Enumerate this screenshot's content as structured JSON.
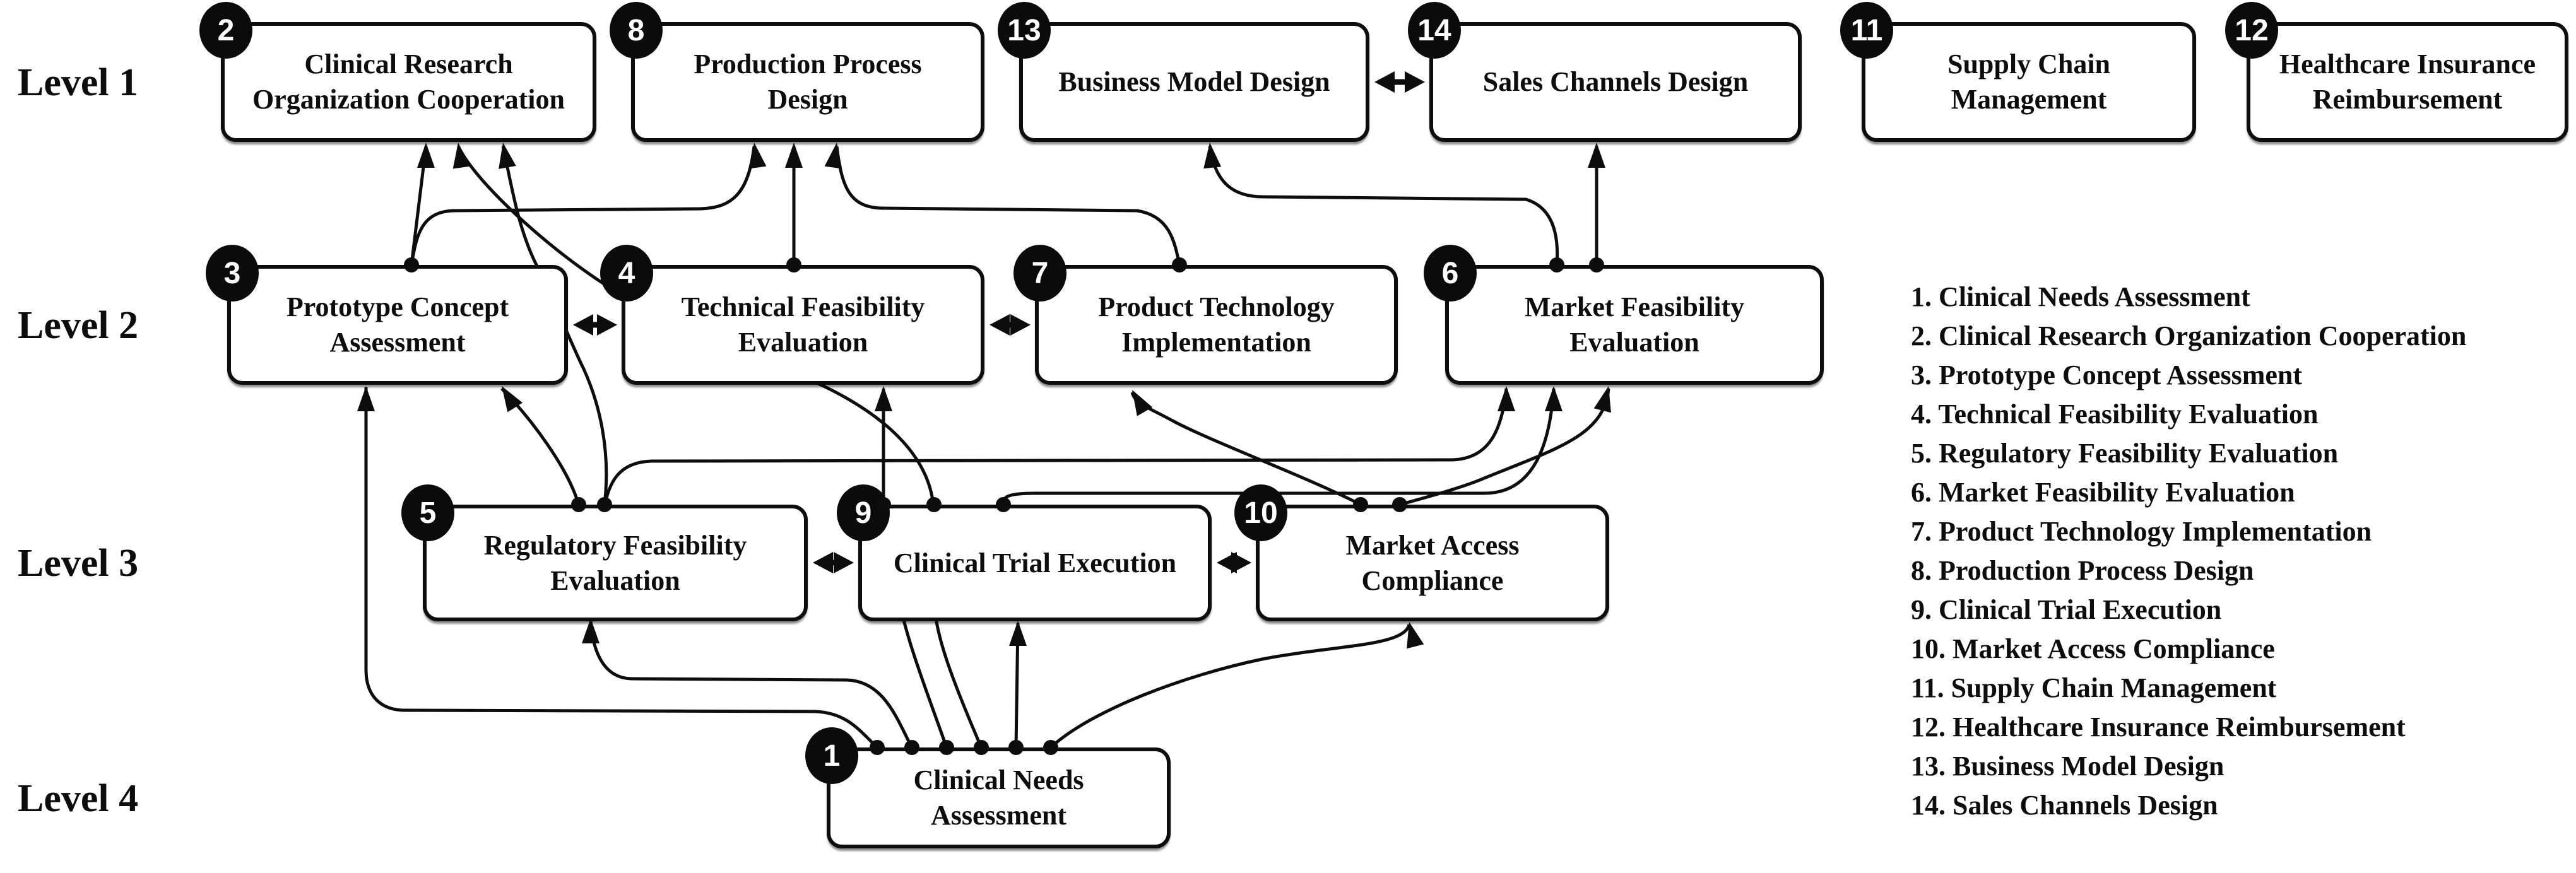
{
  "diagram": {
    "level_labels": [
      "Level 1",
      "Level 2",
      "Level 3",
      "Level 4"
    ],
    "boxes": [
      {
        "id": 1,
        "num": "1",
        "lines": [
          "Clinical Needs",
          "Assessment"
        ],
        "level": 4
      },
      {
        "id": 2,
        "num": "2",
        "lines": [
          "Clinical Research",
          "Organization Cooperation"
        ],
        "level": 1
      },
      {
        "id": 3,
        "num": "3",
        "lines": [
          "Prototype Concept",
          "Assessment"
        ],
        "level": 2
      },
      {
        "id": 4,
        "num": "4",
        "lines": [
          "Technical Feasibility",
          "Evaluation"
        ],
        "level": 2
      },
      {
        "id": 5,
        "num": "5",
        "lines": [
          "Regulatory Feasibility",
          "Evaluation"
        ],
        "level": 3
      },
      {
        "id": 6,
        "num": "6",
        "lines": [
          "Market Feasibility",
          "Evaluation"
        ],
        "level": 2
      },
      {
        "id": 7,
        "num": "7",
        "lines": [
          "Product Technology",
          "Implementation"
        ],
        "level": 2
      },
      {
        "id": 8,
        "num": "8",
        "lines": [
          "Production Process",
          "Design"
        ],
        "level": 1
      },
      {
        "id": 9,
        "num": "9",
        "lines": [
          "Clinical Trial Execution"
        ],
        "level": 3
      },
      {
        "id": 10,
        "num": "10",
        "lines": [
          "Market Access",
          "Compliance"
        ],
        "level": 3
      },
      {
        "id": 11,
        "num": "11",
        "lines": [
          "Supply Chain",
          "Management"
        ],
        "level": 1
      },
      {
        "id": 12,
        "num": "12",
        "lines": [
          "Healthcare Insurance",
          "Reimbursement"
        ],
        "level": 1
      },
      {
        "id": 13,
        "num": "13",
        "lines": [
          "Business Model Design"
        ],
        "level": 1
      },
      {
        "id": 14,
        "num": "14",
        "lines": [
          "Sales Channels Design"
        ],
        "level": 1
      }
    ],
    "edges": [
      {
        "from": 3,
        "to": 2
      },
      {
        "from": 5,
        "to": 2
      },
      {
        "from": 1,
        "to": 2
      },
      {
        "from": 3,
        "to": 8
      },
      {
        "from": 4,
        "to": 8
      },
      {
        "from": 7,
        "to": 8
      },
      {
        "from": 6,
        "to": 13
      },
      {
        "from": 6,
        "to": 14
      },
      {
        "from": 5,
        "to": 3
      },
      {
        "from": 1,
        "to": 3
      },
      {
        "from": 1,
        "to": 4
      },
      {
        "from": 1,
        "to": 9
      },
      {
        "from": 1,
        "to": 5
      },
      {
        "from": 9,
        "to": 6
      },
      {
        "from": 5,
        "to": 6
      },
      {
        "from": 10,
        "to": 6
      },
      {
        "from": 10,
        "to": 7
      },
      {
        "from": 1,
        "to": 10
      }
    ],
    "bidirectional_edges": [
      [
        13,
        14
      ],
      [
        3,
        4
      ],
      [
        4,
        7
      ],
      [
        5,
        9
      ],
      [
        9,
        10
      ]
    ],
    "legend": {
      "items": [
        "1. Clinical Needs Assessment",
        "2. Clinical Research Organization Cooperation",
        "3. Prototype Concept Assessment",
        "4. Technical Feasibility Evaluation",
        "5. Regulatory Feasibility Evaluation",
        "6. Market Feasibility Evaluation",
        "7. Product Technology Implementation",
        "8. Production Process Design",
        "9. Clinical Trial Execution",
        "10. Market Access Compliance",
        "11. Supply Chain Management",
        "12. Healthcare Insurance Reimbursement",
        "13. Business Model Design",
        "14. Sales Channels Design"
      ]
    }
  },
  "colors": {
    "ink": "#0d0d0d",
    "background": "#ffffff"
  }
}
